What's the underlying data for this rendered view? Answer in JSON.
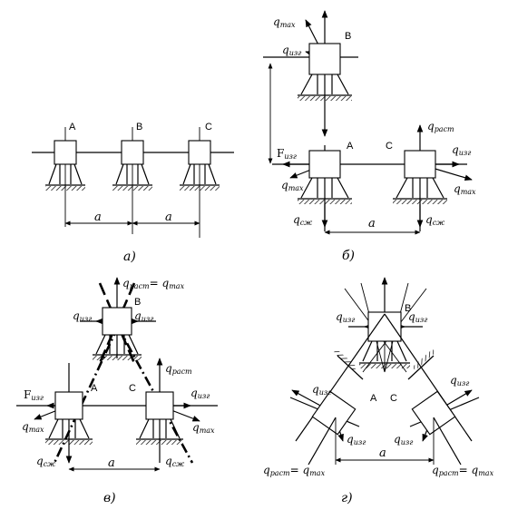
{
  "panels": {
    "a": {
      "caption": "а)",
      "points": [
        "A",
        "B",
        "C"
      ],
      "dims": [
        "a",
        "a"
      ]
    },
    "b": {
      "caption": "б)",
      "points": [
        "B",
        "A",
        "C"
      ],
      "labels": [
        "q",
        "max",
        "q",
        "изг",
        "F",
        "изг",
        "q",
        "max",
        "q",
        "сж",
        "q",
        "раст",
        "q",
        "изг",
        "q",
        "max",
        "q",
        "сж"
      ],
      "dim": "a"
    },
    "v": {
      "caption": "в)",
      "points": [
        "B",
        "A",
        "C"
      ],
      "labels": [
        "q",
        "раст",
        "= q",
        "max",
        "q",
        "изг",
        "q",
        "изг",
        "q",
        "раст",
        "F",
        "изг",
        "q",
        "max",
        "q",
        "изг",
        "q",
        "max",
        "q",
        "сж",
        "q",
        "сж"
      ],
      "dim": "a"
    },
    "g": {
      "caption": "г)",
      "points": [
        "B",
        "A",
        "C"
      ],
      "labels": [
        "q",
        "изг",
        "q",
        "изг",
        "q",
        "изг",
        "q",
        "изг",
        "q",
        "изг",
        "q",
        "изг",
        "q",
        "раст",
        "= q",
        "max",
        "q",
        "раст",
        "= q",
        "max"
      ],
      "dim": "a"
    }
  }
}
